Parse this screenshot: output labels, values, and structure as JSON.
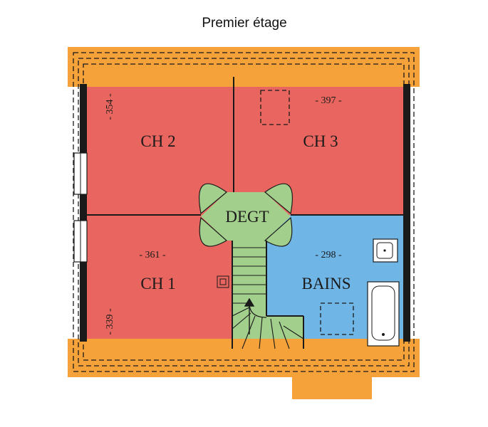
{
  "title": "Premier étage",
  "rooms": {
    "ch2": "CH 2",
    "ch3": "CH 3",
    "ch1": "CH 1",
    "degt": "DEGT",
    "bains": "BAINS"
  },
  "dimensions": {
    "ch2": "- 354 -",
    "ch3": "- 397 -",
    "ch1_a": "- 361 -",
    "ch1_b": "- 339 -",
    "bains": "- 298 -"
  },
  "colors": {
    "roof": "#f5a23a",
    "bedroom": "#e8665f",
    "bathroom": "#6fb5e6",
    "landing": "#a3cf8c",
    "wall": "#1a1a1a"
  }
}
